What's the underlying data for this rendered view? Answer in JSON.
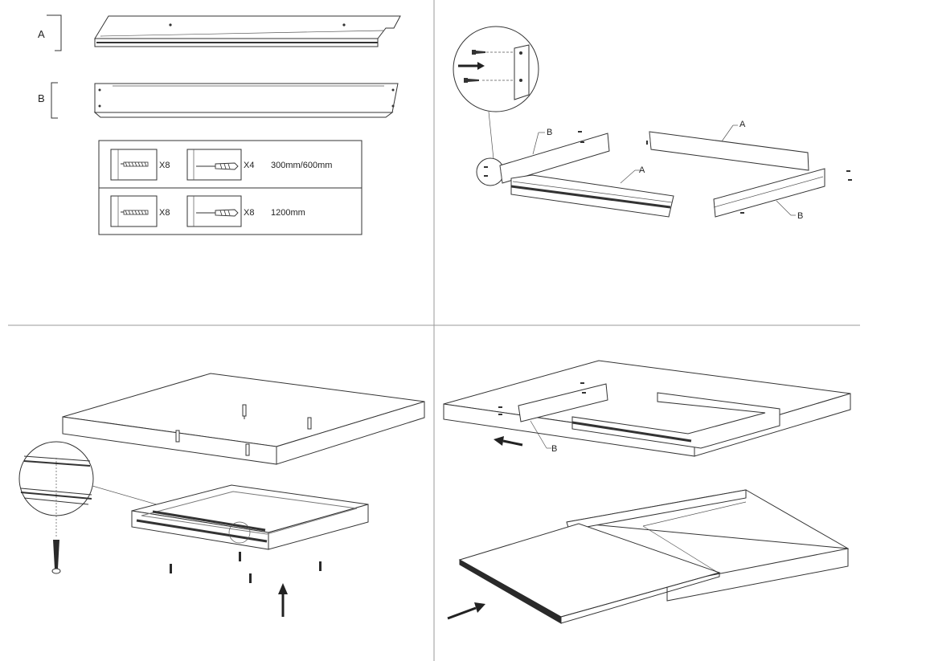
{
  "labels": {
    "part_a": "A",
    "part_b": "B"
  },
  "hardware_table": [
    {
      "screw_qty": "X8",
      "anchor_qty": "X4",
      "size": "300mm/600mm"
    },
    {
      "screw_qty": "X8",
      "anchor_qty": "X8",
      "size": "1200mm"
    }
  ],
  "step2_callouts": {
    "b_left": "B",
    "a_center": "A",
    "a_right": "A",
    "b_right": "B"
  },
  "step4_callouts": {
    "b_left": "B"
  }
}
